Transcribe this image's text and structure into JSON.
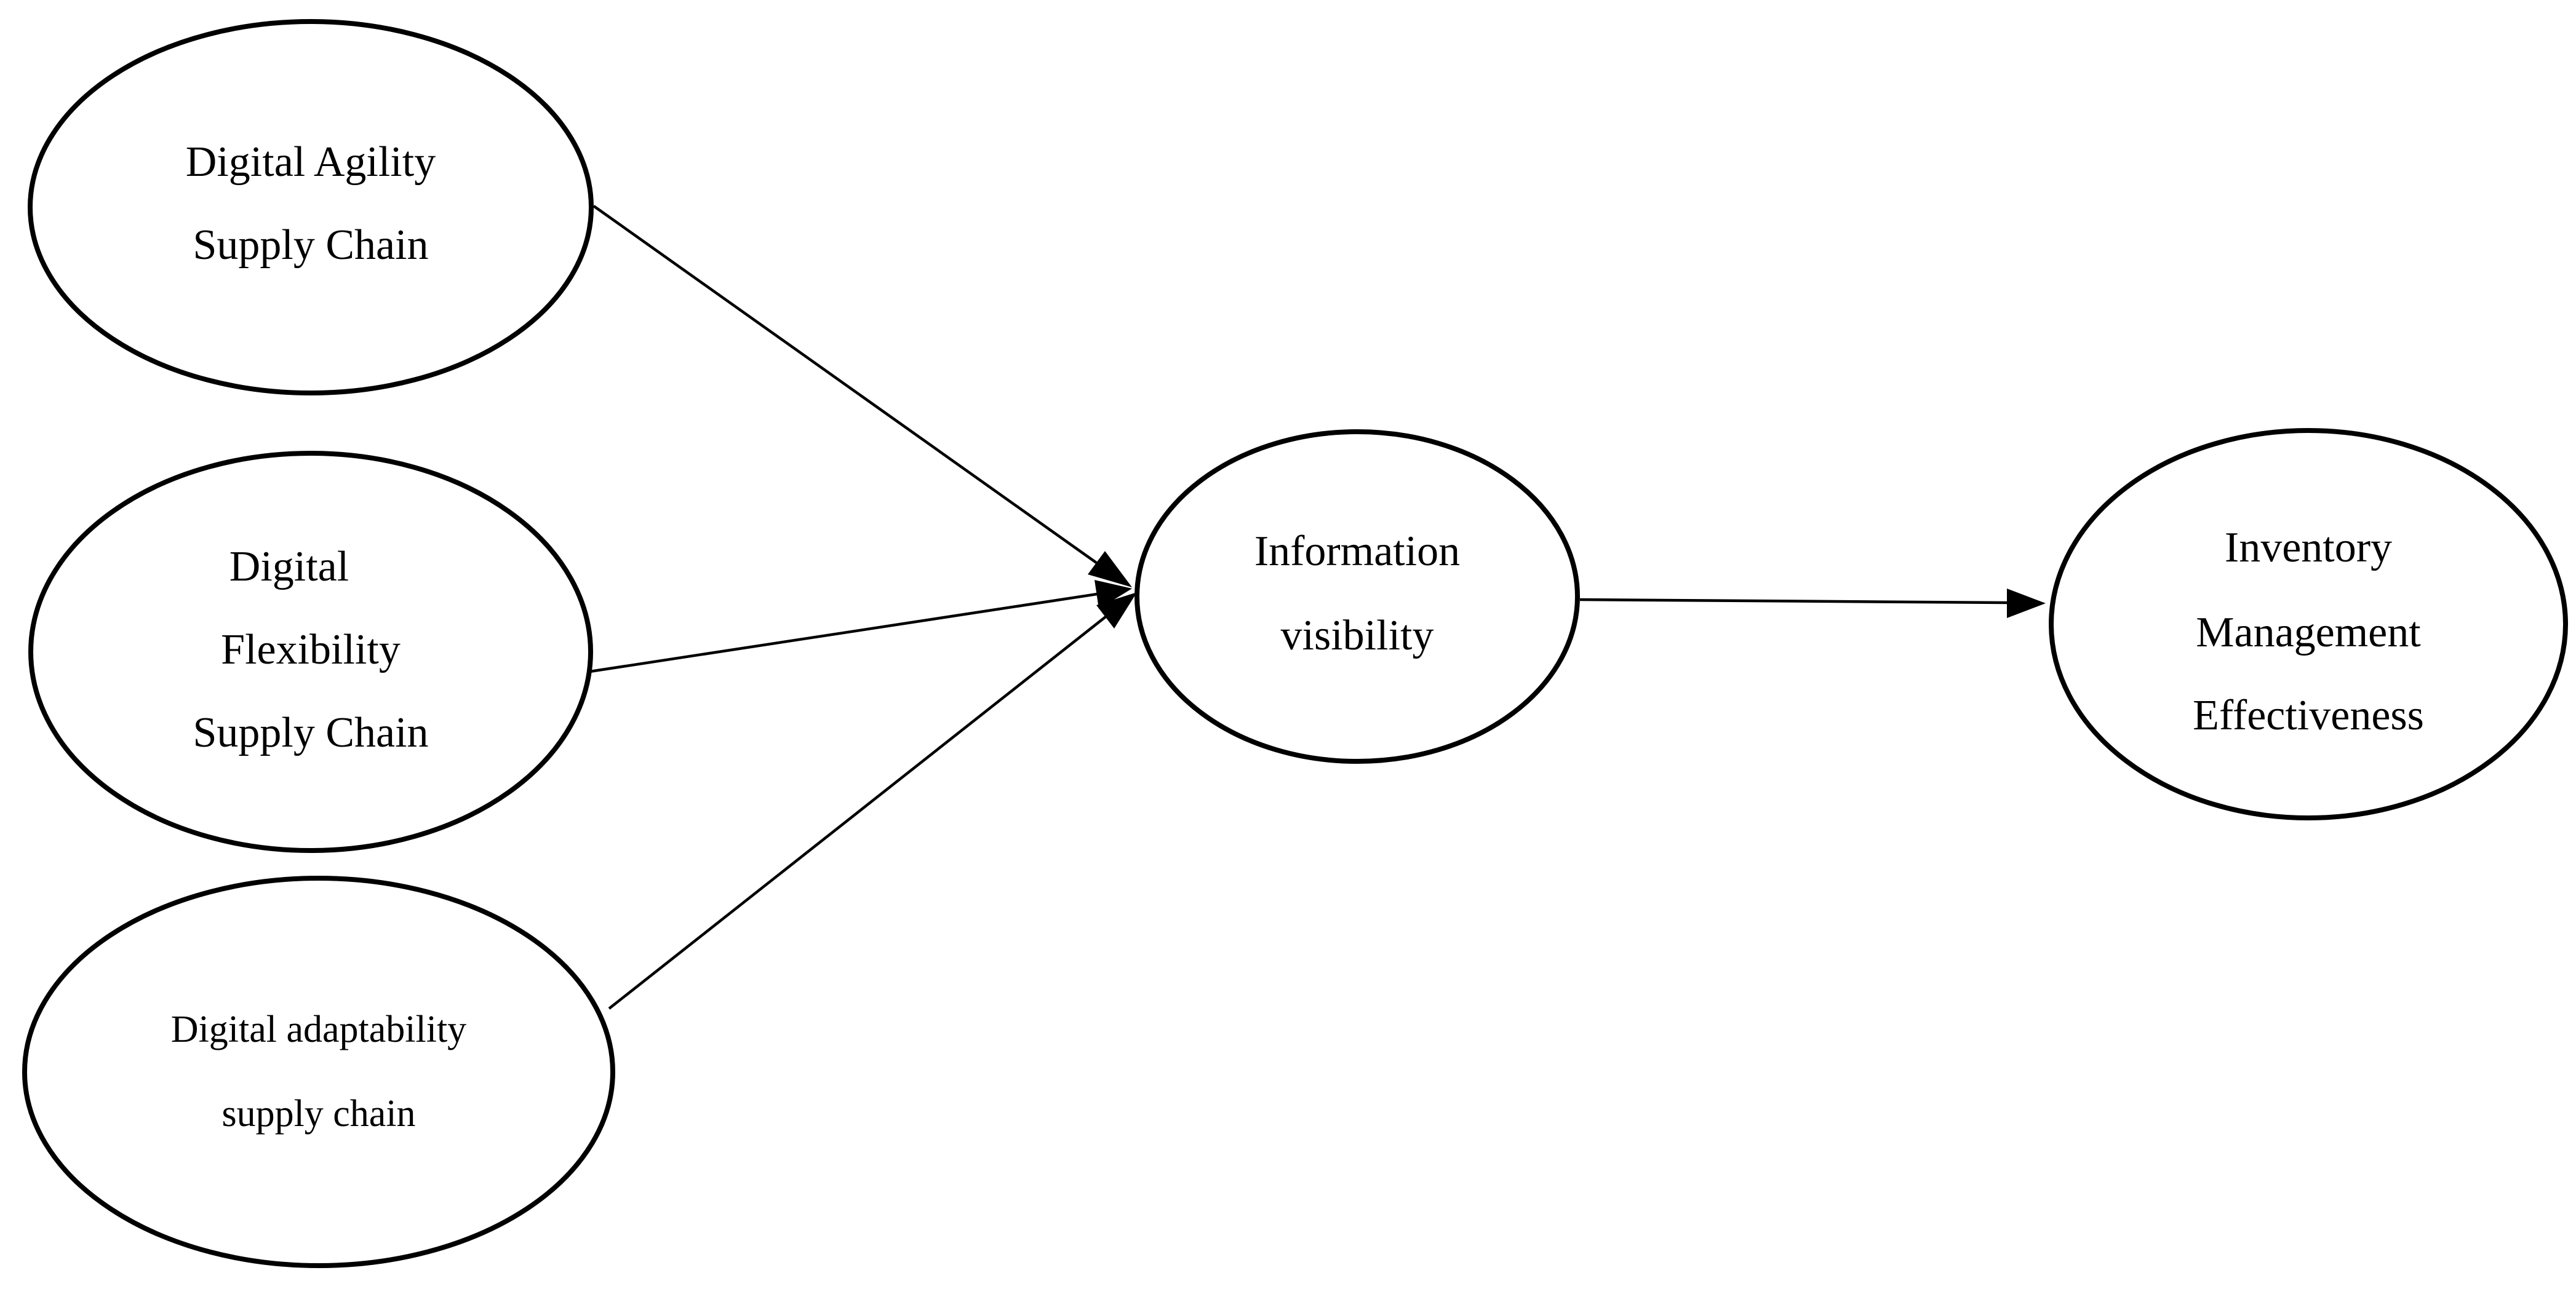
{
  "nodes": {
    "agility": {
      "lines": [
        "Digital Agility",
        "Supply Chain"
      ]
    },
    "flexibility": {
      "lines": [
        "Digital",
        "Flexibility",
        "Supply Chain"
      ]
    },
    "adaptability": {
      "lines": [
        "Digital adaptability",
        "supply chain"
      ]
    },
    "visibility": {
      "lines": [
        "Information",
        "visibility"
      ]
    },
    "inventory": {
      "lines": [
        "Inventory",
        "Management",
        "Effectiveness"
      ]
    }
  },
  "edges": [
    {
      "from": "agility",
      "to": "visibility"
    },
    {
      "from": "flexibility",
      "to": "visibility"
    },
    {
      "from": "adaptability",
      "to": "visibility"
    },
    {
      "from": "visibility",
      "to": "inventory"
    }
  ],
  "colors": {
    "stroke": "#000000",
    "background": "#ffffff"
  }
}
